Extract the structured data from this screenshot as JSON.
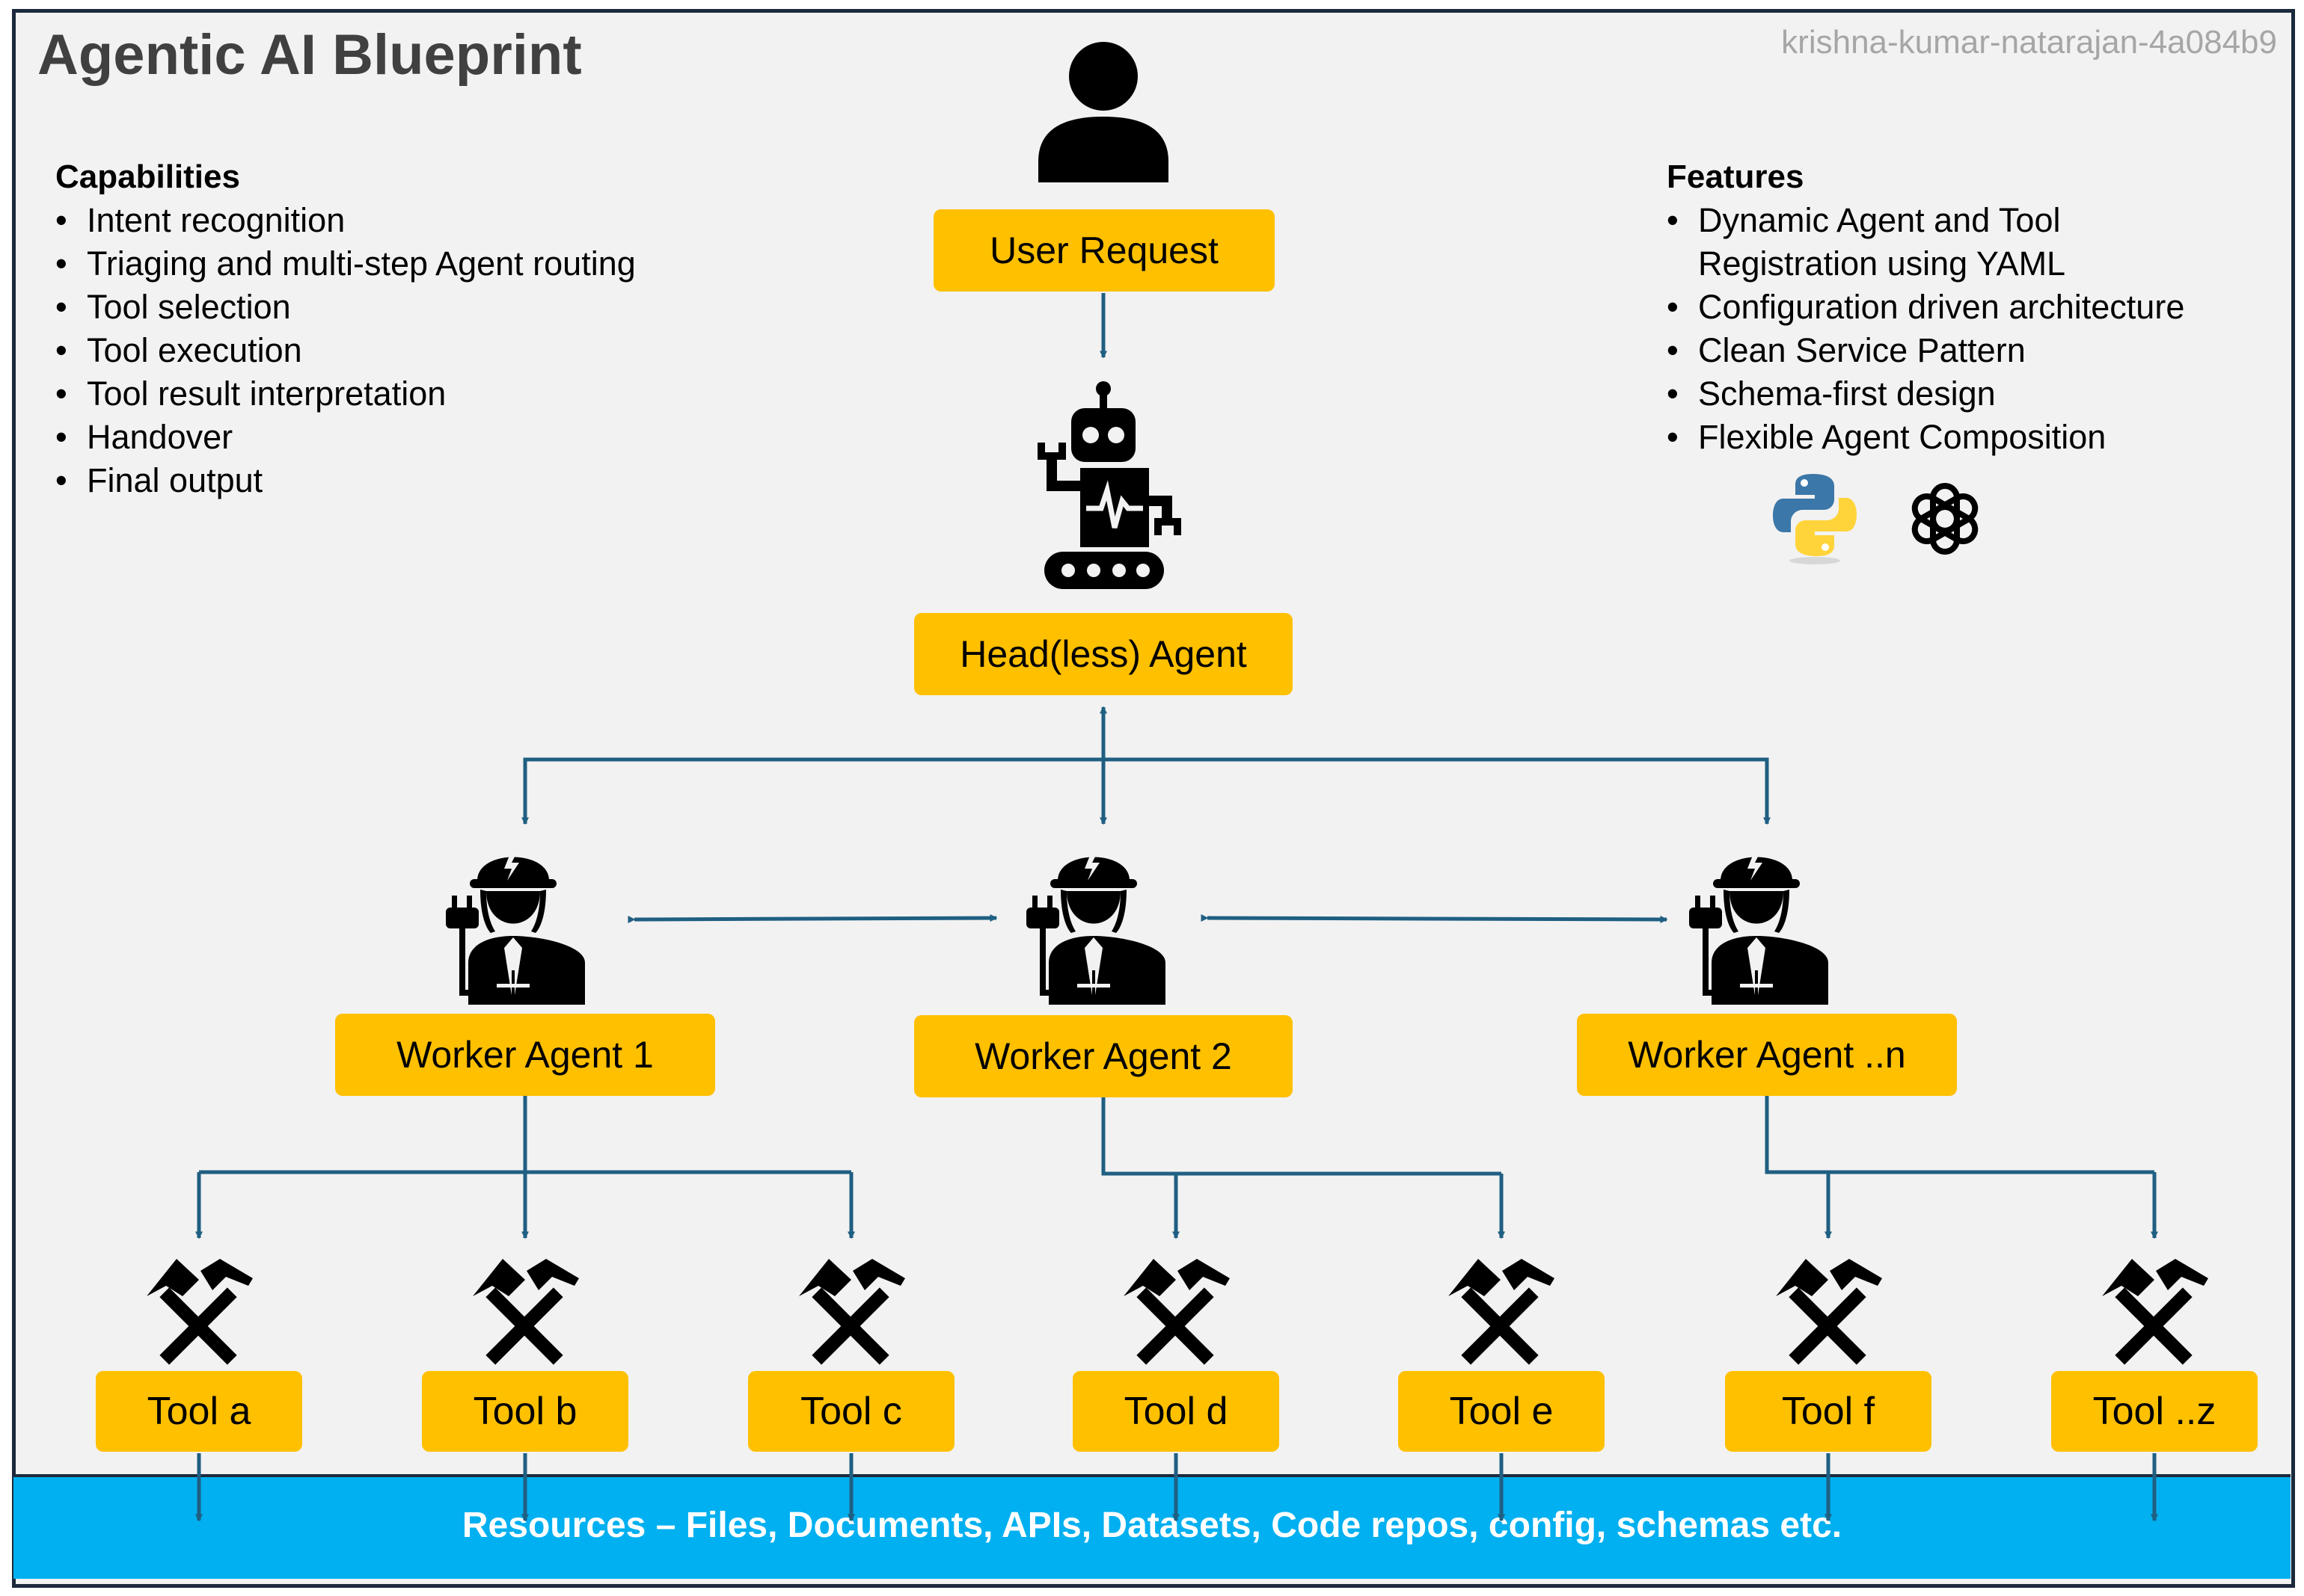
{
  "title": "Agentic AI Blueprint",
  "watermark": "krishna-kumar-natarajan-4a084b9",
  "capabilities": {
    "heading": "Capabilities",
    "items": [
      "Intent recognition",
      "Triaging and multi-step Agent routing",
      "Tool selection",
      "Tool execution",
      "Tool result interpretation",
      "Handover",
      "Final output"
    ]
  },
  "features": {
    "heading": "Features",
    "items": [
      "Dynamic Agent and Tool Registration using YAML",
      "Configuration driven architecture",
      "Clean Service Pattern",
      "Schema-first design",
      "Flexible Agent Composition"
    ],
    "logos": [
      "python-logo",
      "openai-logo"
    ]
  },
  "nodes": {
    "user_request": "User Request",
    "head_agent": "Head(less) Agent",
    "workers": [
      "Worker Agent 1",
      "Worker Agent 2",
      "Worker Agent ..n"
    ],
    "tools": [
      "Tool a",
      "Tool b",
      "Tool c",
      "Tool d",
      "Tool e",
      "Tool f",
      "Tool ..z"
    ]
  },
  "resources": "Resources – Files, Documents, APIs, Datasets, Code repos, config, schemas etc.",
  "icons": {
    "user": "user-icon",
    "head": "robot-icon",
    "worker": "worker-icon",
    "tool": "hammer-pick-icon"
  },
  "colors": {
    "node_fill": "#ffc000",
    "connector": "#1f5f82",
    "resources_band": "#00b0f0",
    "background": "#f2f2f2",
    "frame": "#1b2a3c"
  }
}
